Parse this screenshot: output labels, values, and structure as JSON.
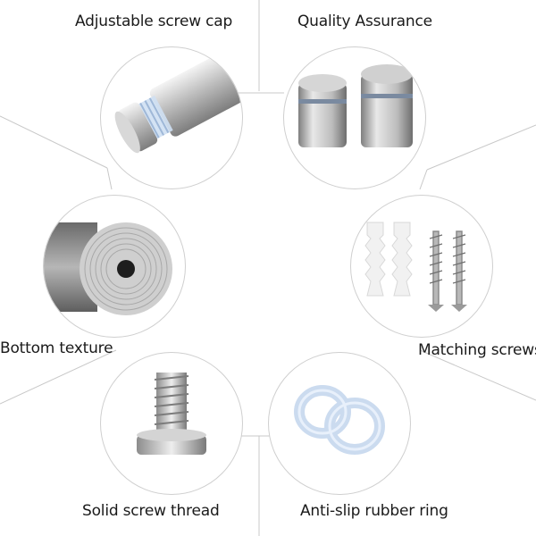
{
  "features": [
    {
      "id": "adjustable-screw-cap",
      "label": "Adjustable screw cap",
      "icon": "screw-cap-photo"
    },
    {
      "id": "quality-assurance",
      "label": "Quality Assurance",
      "icon": "standoff-pair-photo"
    },
    {
      "id": "bottom-texture",
      "label": "Bottom texture",
      "icon": "bottom-texture-photo"
    },
    {
      "id": "matching-screws",
      "label": "Matching screws",
      "icon": "screws-anchors-photo"
    },
    {
      "id": "solid-screw-thread",
      "label": "Solid screw thread",
      "icon": "screw-thread-photo"
    },
    {
      "id": "anti-slip-rubber-ring",
      "label": "Anti-slip rubber ring",
      "icon": "rubber-ring-photo"
    }
  ],
  "colors": {
    "line": "#c8c8c8",
    "steel_light": "#e6e6e6",
    "steel_dark": "#8a8a8a",
    "rubber": "#c9d9ee"
  }
}
